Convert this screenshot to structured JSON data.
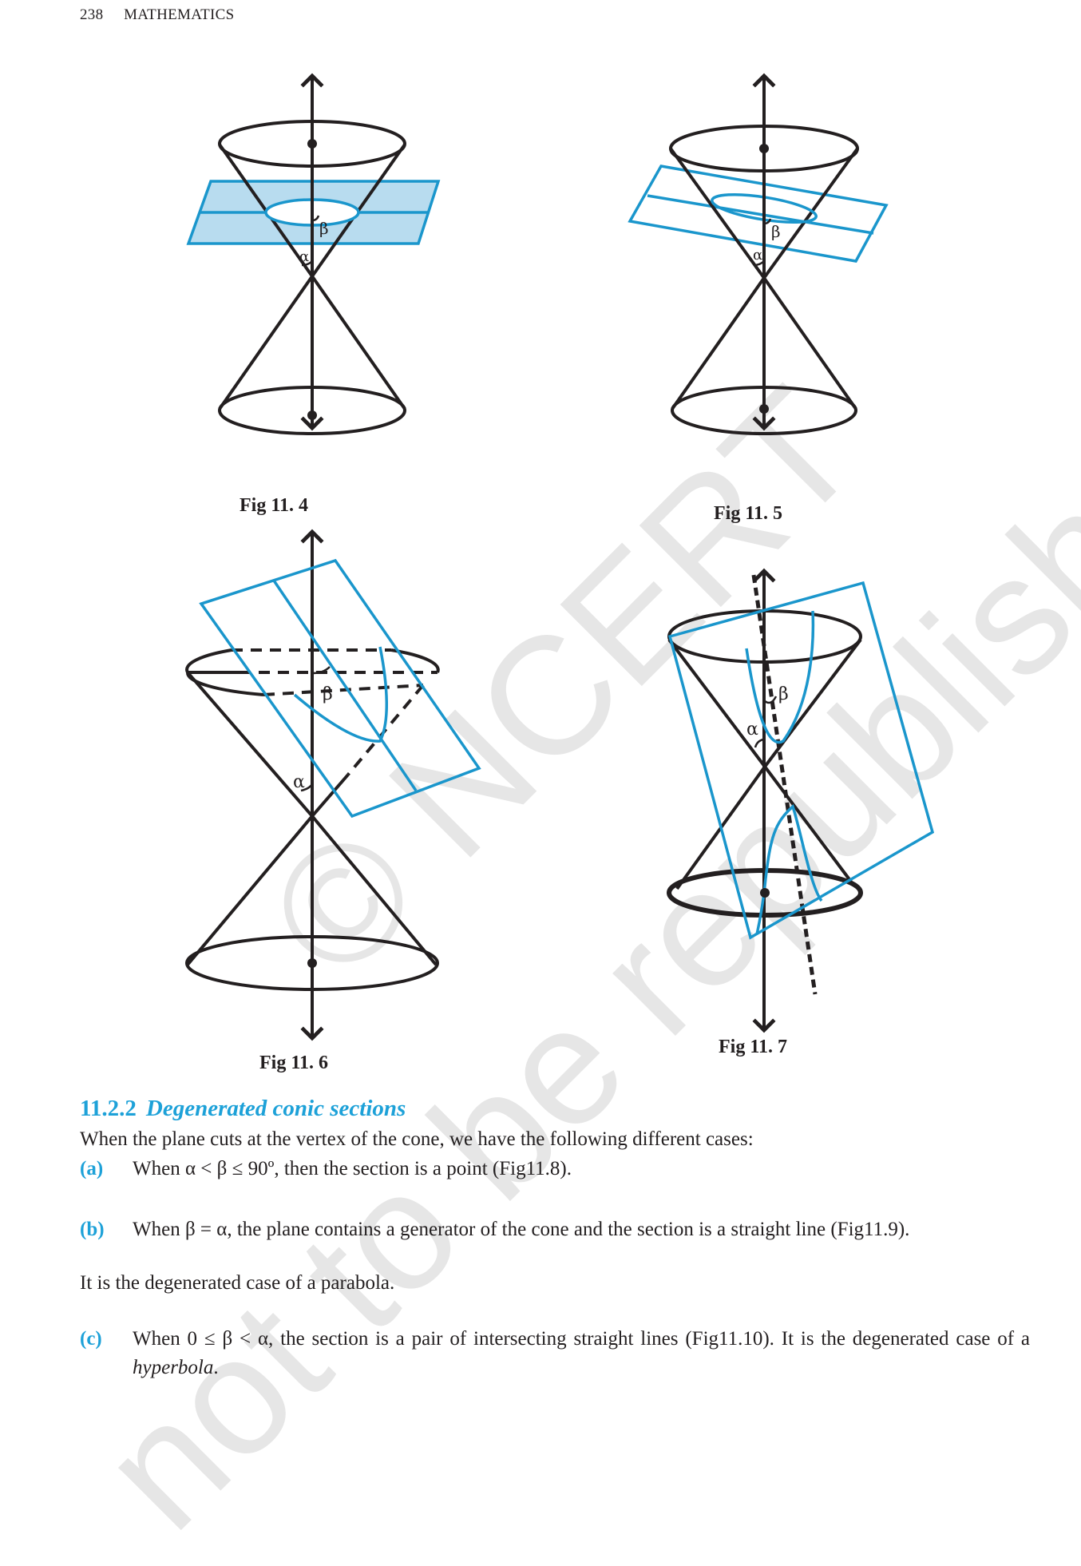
{
  "header": {
    "page_number": "238",
    "title": "MATHEMATICS"
  },
  "watermark": {
    "line1": "© NCERT",
    "line2": "not to be republished"
  },
  "colors": {
    "accent": "#1da1d8",
    "plane_fill": "#b8dcef",
    "ink": "#231f20",
    "watermark": "#e6e6e6"
  },
  "figures": [
    {
      "caption": "Fig 11. 4",
      "labels": {
        "alpha": "α",
        "beta": "β"
      },
      "section": "circle"
    },
    {
      "caption": "Fig 11. 5",
      "labels": {
        "alpha": "α",
        "beta": "β"
      },
      "section": "ellipse"
    },
    {
      "caption": "Fig 11. 6",
      "labels": {
        "alpha": "α",
        "beta": "β"
      },
      "section": "parabola"
    },
    {
      "caption": "Fig 11. 7",
      "labels": {
        "alpha": "α",
        "beta": "β"
      },
      "section": "hyperbola"
    }
  ],
  "section": {
    "number": "11.2.2",
    "title": "Degenerated conic sections",
    "intro": "When the plane cuts at the vertex of the cone, we have  the following  different cases:",
    "items": [
      {
        "label": "(a)",
        "text": "When α < β ≤ 90º, then the section is a point (Fig11.8)."
      },
      {
        "label": "(b)",
        "text": "When β = α, the plane contains a generator of the cone and the section is a straight line  (Fig11.9)."
      },
      {
        "label": "(c)",
        "text_pre": "When 0 ≤ β < α, the section is a pair of intersecting straight lines (Fig11.10).  It is the  degenerated  case  of  a ",
        "text_em": "hyperbola",
        "text_post": "."
      }
    ],
    "note_b": "It is the degenerated case of a parabola."
  }
}
